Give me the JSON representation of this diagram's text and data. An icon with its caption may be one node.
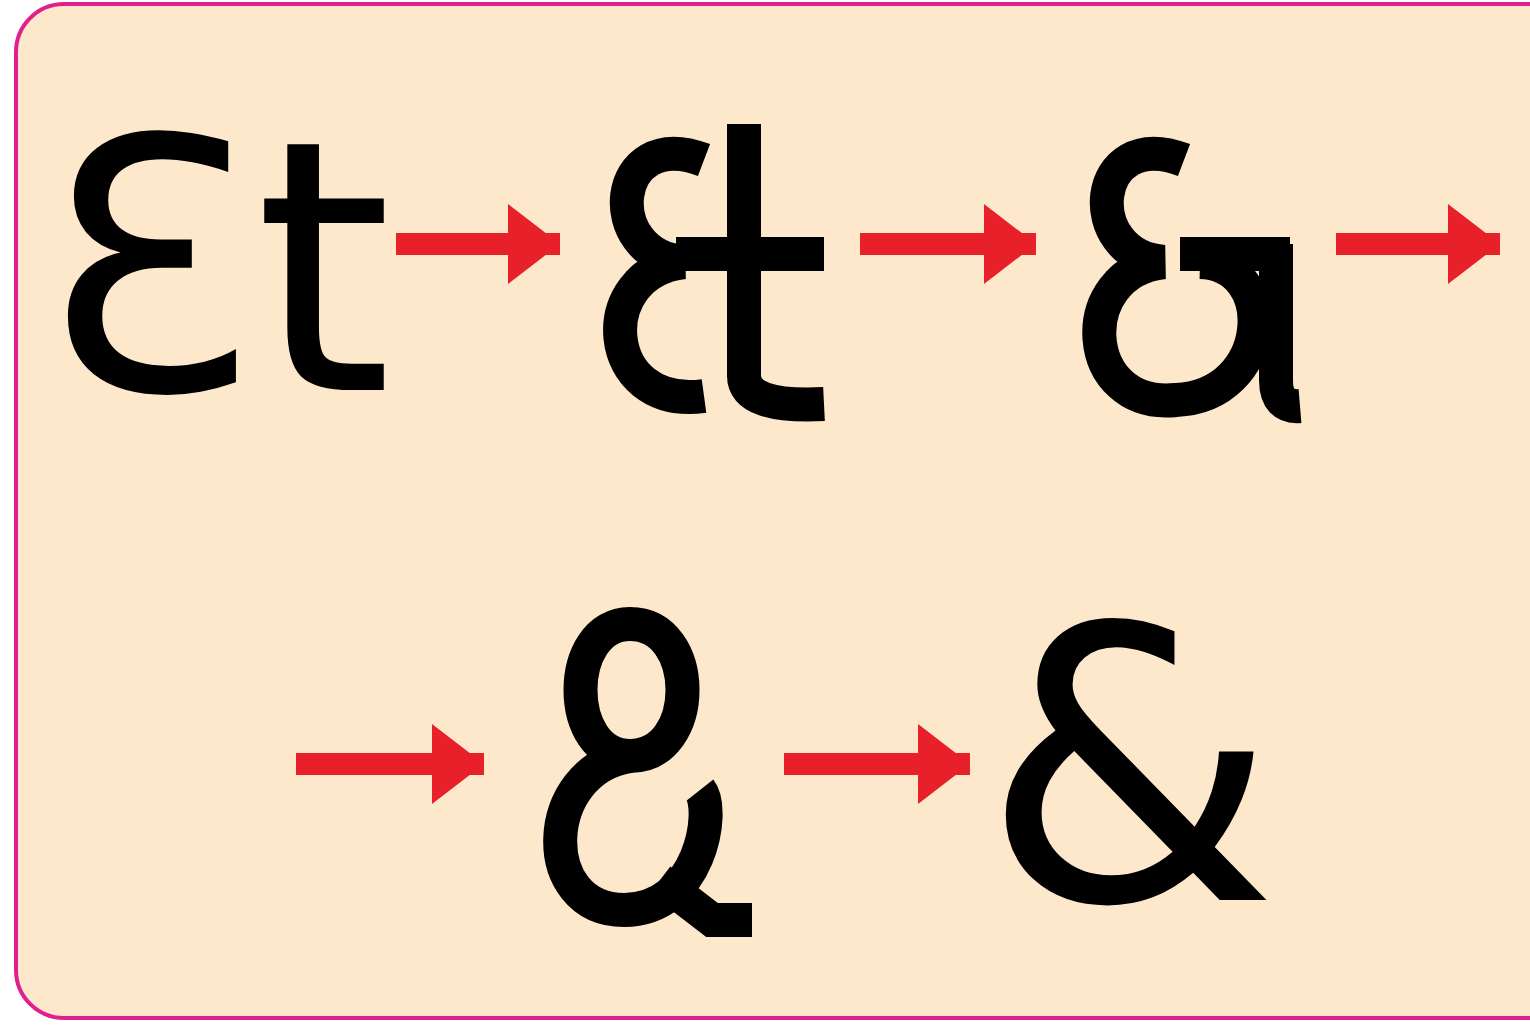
{
  "diagram": {
    "nodes": [
      {
        "text": [
          "Ɛt"
        ]
      },
      {
        "text": [],
        "shape": "picture"
      },
      {
        "text": [],
        "shape": "picture"
      },
      {
        "text": [],
        "shape": "picture"
      },
      {
        "text": [
          "&"
        ]
      }
    ],
    "edges": [
      {
        "from": 0,
        "to": 1,
        "arrow": "to"
      },
      {
        "from": 1,
        "to": 2,
        "arrow": "to"
      },
      {
        "from": 2,
        "to": null,
        "arrow": "to"
      },
      {
        "from": null,
        "to": 3,
        "arrow": "to"
      },
      {
        "from": 3,
        "to": 4,
        "arrow": "to"
      }
    ]
  }
}
